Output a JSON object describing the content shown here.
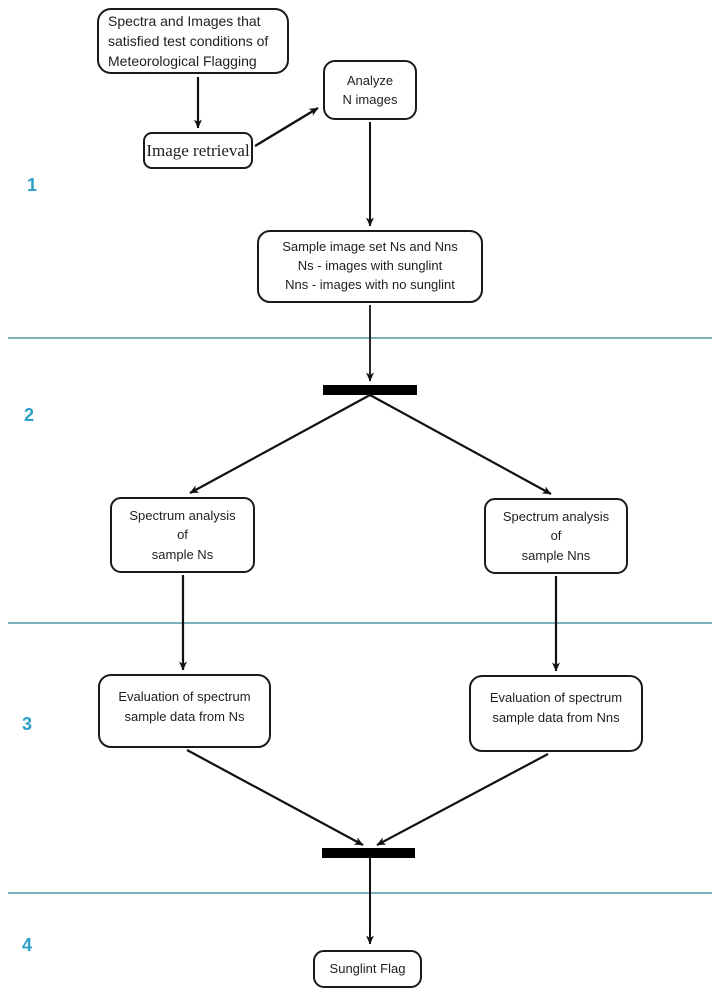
{
  "diagram": {
    "stages": [
      {
        "label": "1"
      },
      {
        "label": "2"
      },
      {
        "label": "3"
      },
      {
        "label": "4"
      }
    ],
    "nodes": {
      "source": {
        "lines": [
          "Spectra and Images that",
          "satisfied test conditions of",
          "Meteorological Flagging"
        ]
      },
      "image_retrieval": {
        "label": "Image retrieval"
      },
      "analyze": {
        "lines": [
          "Analyze",
          "N images"
        ]
      },
      "sample_set": {
        "lines": [
          "Sample image set Ns and Nns",
          "Ns - images with sunglint",
          "Nns - images with no sunglint"
        ]
      },
      "spectrum_ns": {
        "lines": [
          "Spectrum analysis",
          "of",
          "sample Ns"
        ]
      },
      "spectrum_nns": {
        "lines": [
          "Spectrum analysis",
          "of",
          "sample Nns"
        ]
      },
      "eval_ns": {
        "lines": [
          "Evaluation of spectrum",
          "sample data from Ns"
        ]
      },
      "eval_nns": {
        "lines": [
          "Evaluation of spectrum",
          "sample data from Nns"
        ]
      },
      "sunglint_flag": {
        "label": "Sunglint Flag"
      }
    },
    "colors": {
      "stage_number": "#2aa0c6",
      "divider": "#7db0bd",
      "node_border": "#1a1a1a",
      "connector": "#111111",
      "background": "#ffffff"
    }
  }
}
